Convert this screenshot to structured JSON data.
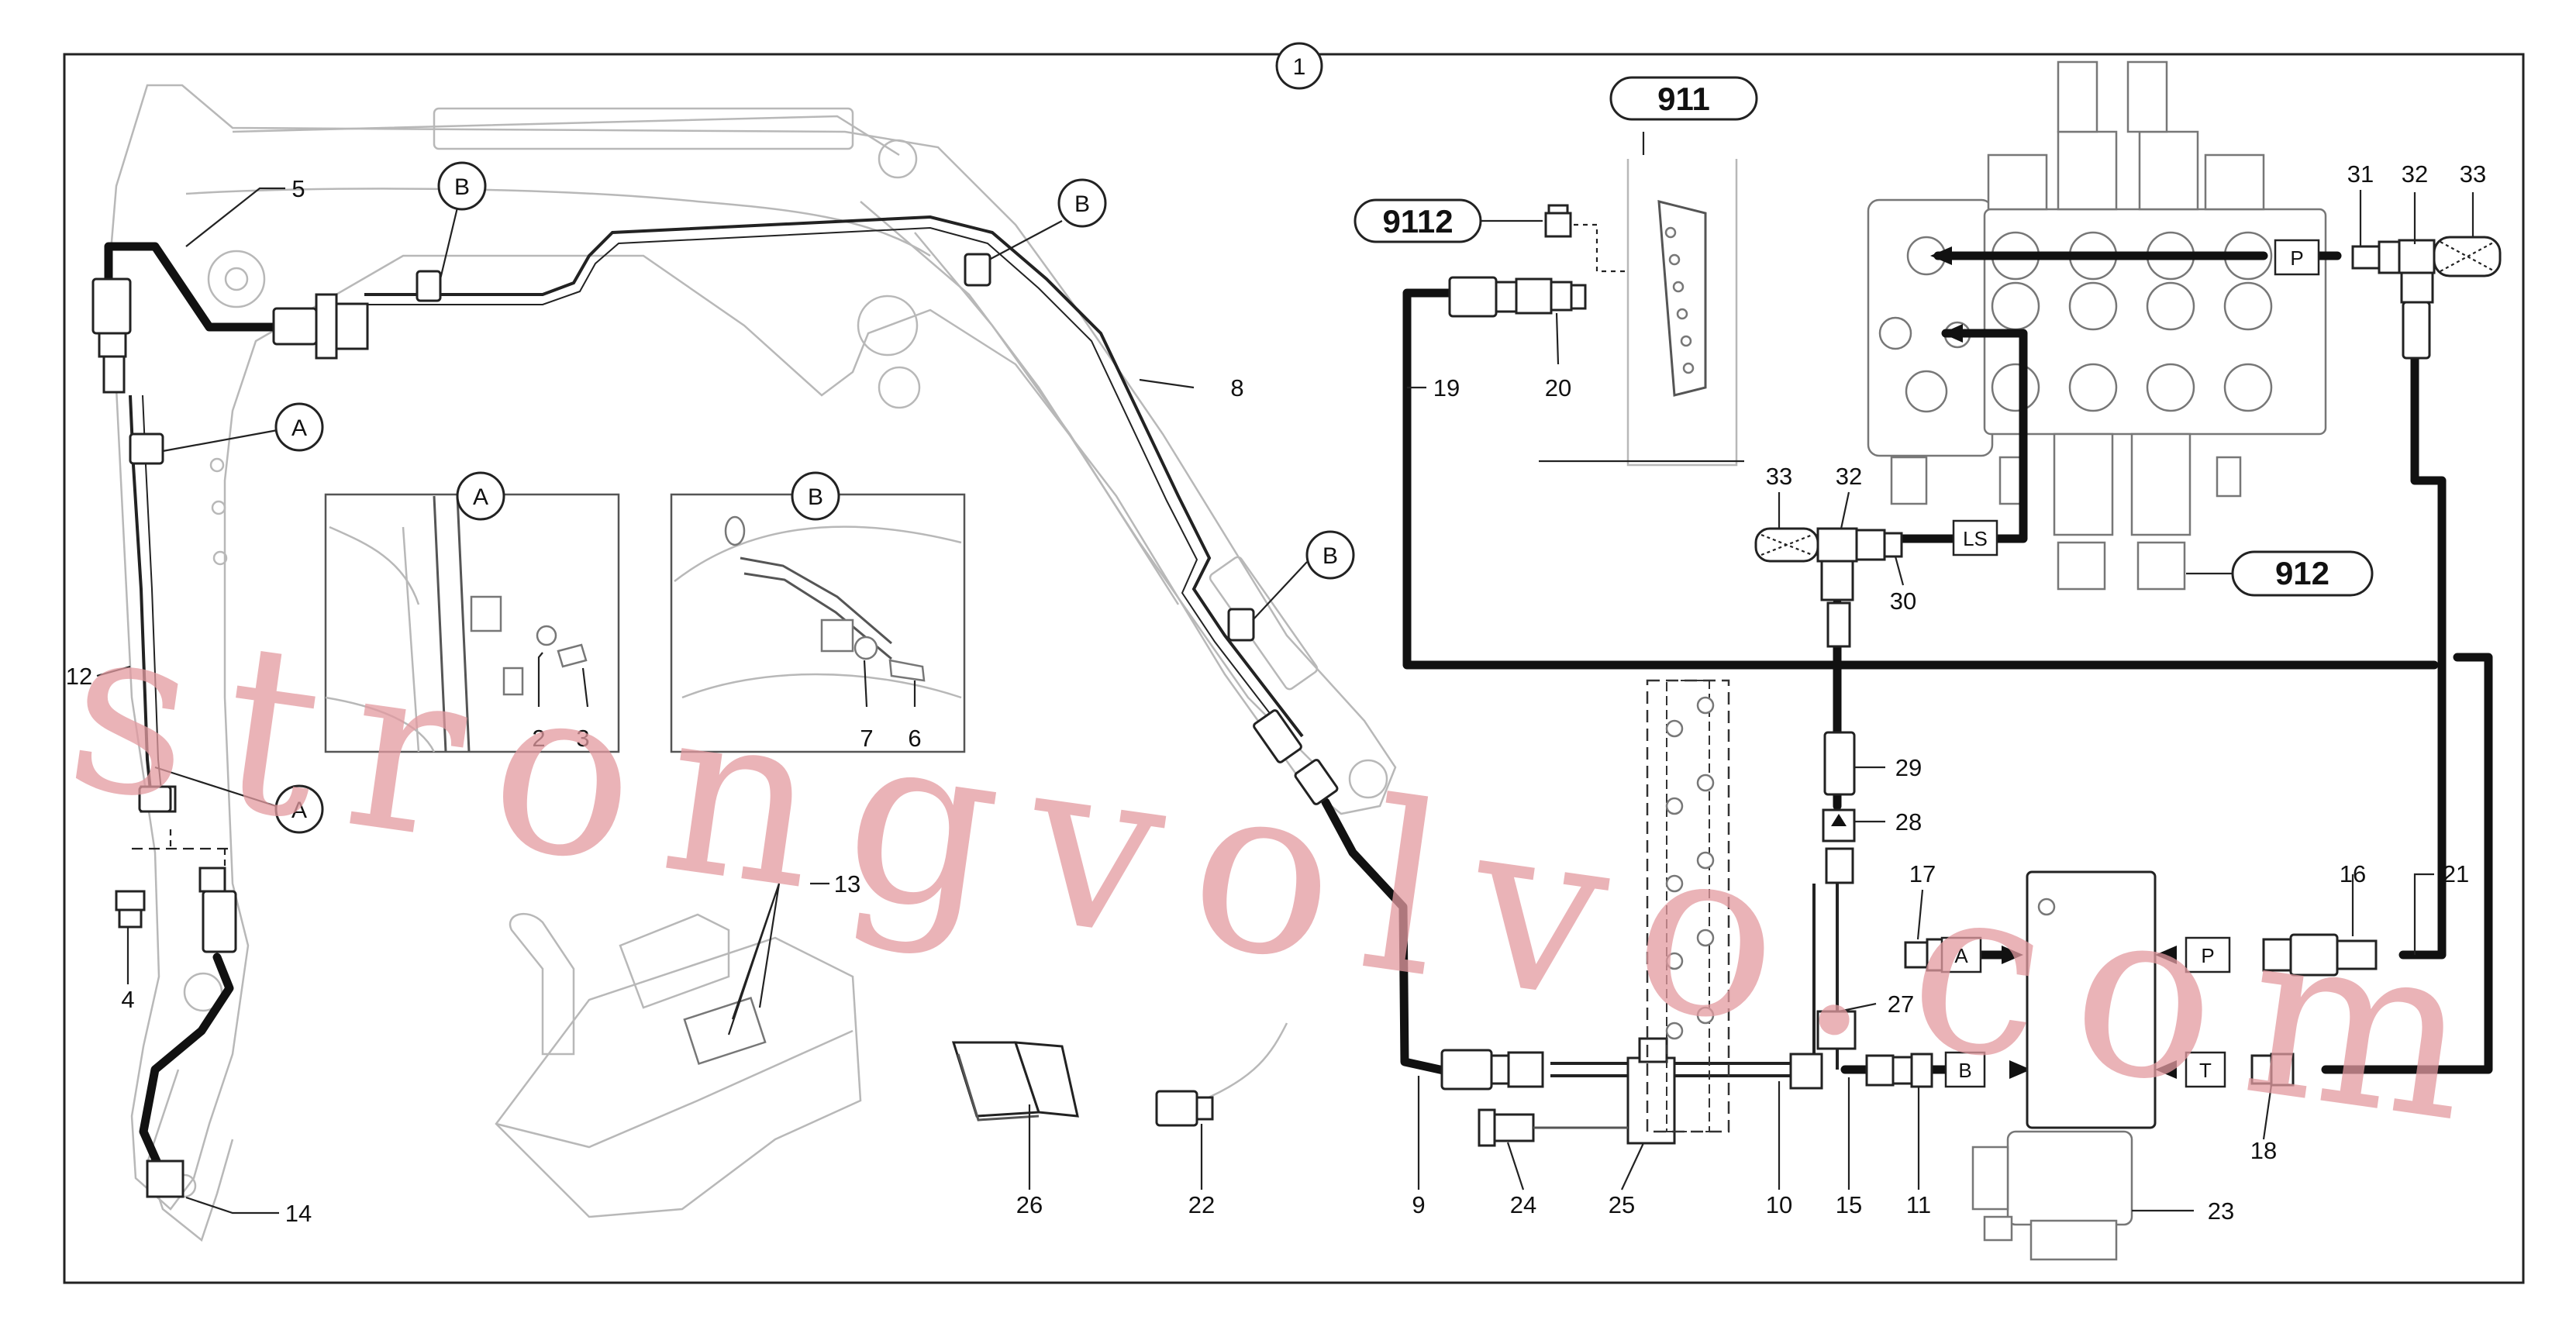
{
  "diagram": {
    "group_number": "1",
    "watermark": "strongvolvo.com",
    "boxed_refs": {
      "ref_911": "911",
      "ref_9112": "9112",
      "ref_912": "912"
    },
    "port_tags": {
      "p_top": "P",
      "ls": "LS",
      "a": "A",
      "p_mid": "P",
      "b": "B",
      "t": "T"
    },
    "detail_circles": {
      "b1": "B",
      "b2": "B",
      "b3": "B",
      "a1": "A",
      "a2": "A",
      "inset_a": "A",
      "inset_b": "B"
    },
    "part_labels": {
      "p2": "2",
      "p3": "3",
      "p4": "4",
      "p5": "5",
      "p6": "6",
      "p7": "7",
      "p8": "8",
      "p9": "9",
      "p10": "10",
      "p11": "11",
      "p12": "12",
      "p13": "13",
      "p14": "14",
      "p15": "15",
      "p16": "16",
      "p17": "17",
      "p18": "18",
      "p19": "19",
      "p20": "20",
      "p21": "21",
      "p22": "22",
      "p23": "23",
      "p24": "24",
      "p25": "25",
      "p26": "26",
      "p27": "27",
      "p28": "28",
      "p29": "29",
      "p30": "30",
      "p31": "31",
      "p32_top": "32",
      "p33_top": "33",
      "p32_mid": "32",
      "p33_mid": "33"
    }
  }
}
